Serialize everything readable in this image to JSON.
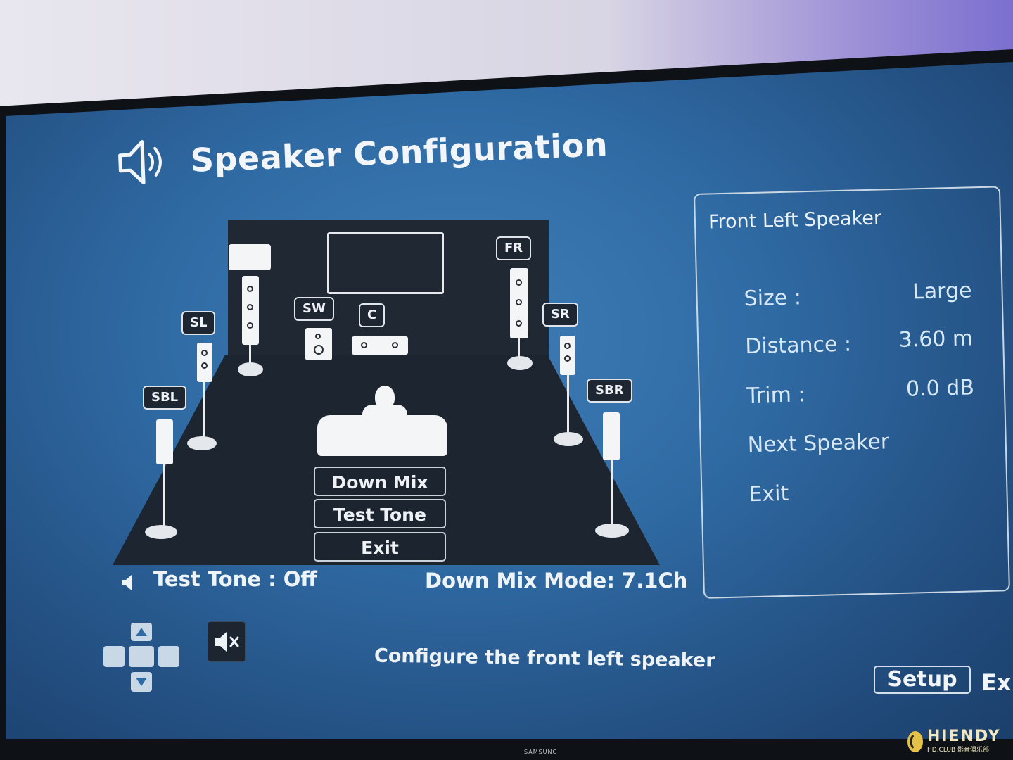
{
  "header": {
    "title": "Speaker Configuration"
  },
  "speaker_labels": {
    "fr": "FR",
    "sl": "SL",
    "sw": "SW",
    "c": "C",
    "sr": "SR",
    "sbl": "SBL",
    "sbr": "SBR"
  },
  "center_menu": {
    "items": [
      "Down Mix",
      "Test Tone",
      "Exit"
    ]
  },
  "status": {
    "test_tone": "Test Tone : Off",
    "down_mix_mode": "Down Mix Mode: 7.1Ch"
  },
  "panel": {
    "title": "Front Left Speaker",
    "rows": [
      {
        "label": "Size :",
        "value": "Large"
      },
      {
        "label": "Distance :",
        "value": "3.60 m"
      },
      {
        "label": "Trim :",
        "value": "0.0 dB"
      }
    ],
    "actions": [
      "Next Speaker",
      "Exit"
    ]
  },
  "footer": {
    "hint": "Configure the front left speaker",
    "setup_label": "Setup",
    "exit_label": "Exi"
  },
  "tv_brand": "SAMSUNG",
  "watermark": {
    "text": "HIENDY",
    "sub": "HD.CLUB 影音俱乐部"
  },
  "icons": {
    "title": "speaker-icon",
    "status": "speaker-small-icon",
    "mute": "mute-icon",
    "nav": "dpad-icon"
  }
}
